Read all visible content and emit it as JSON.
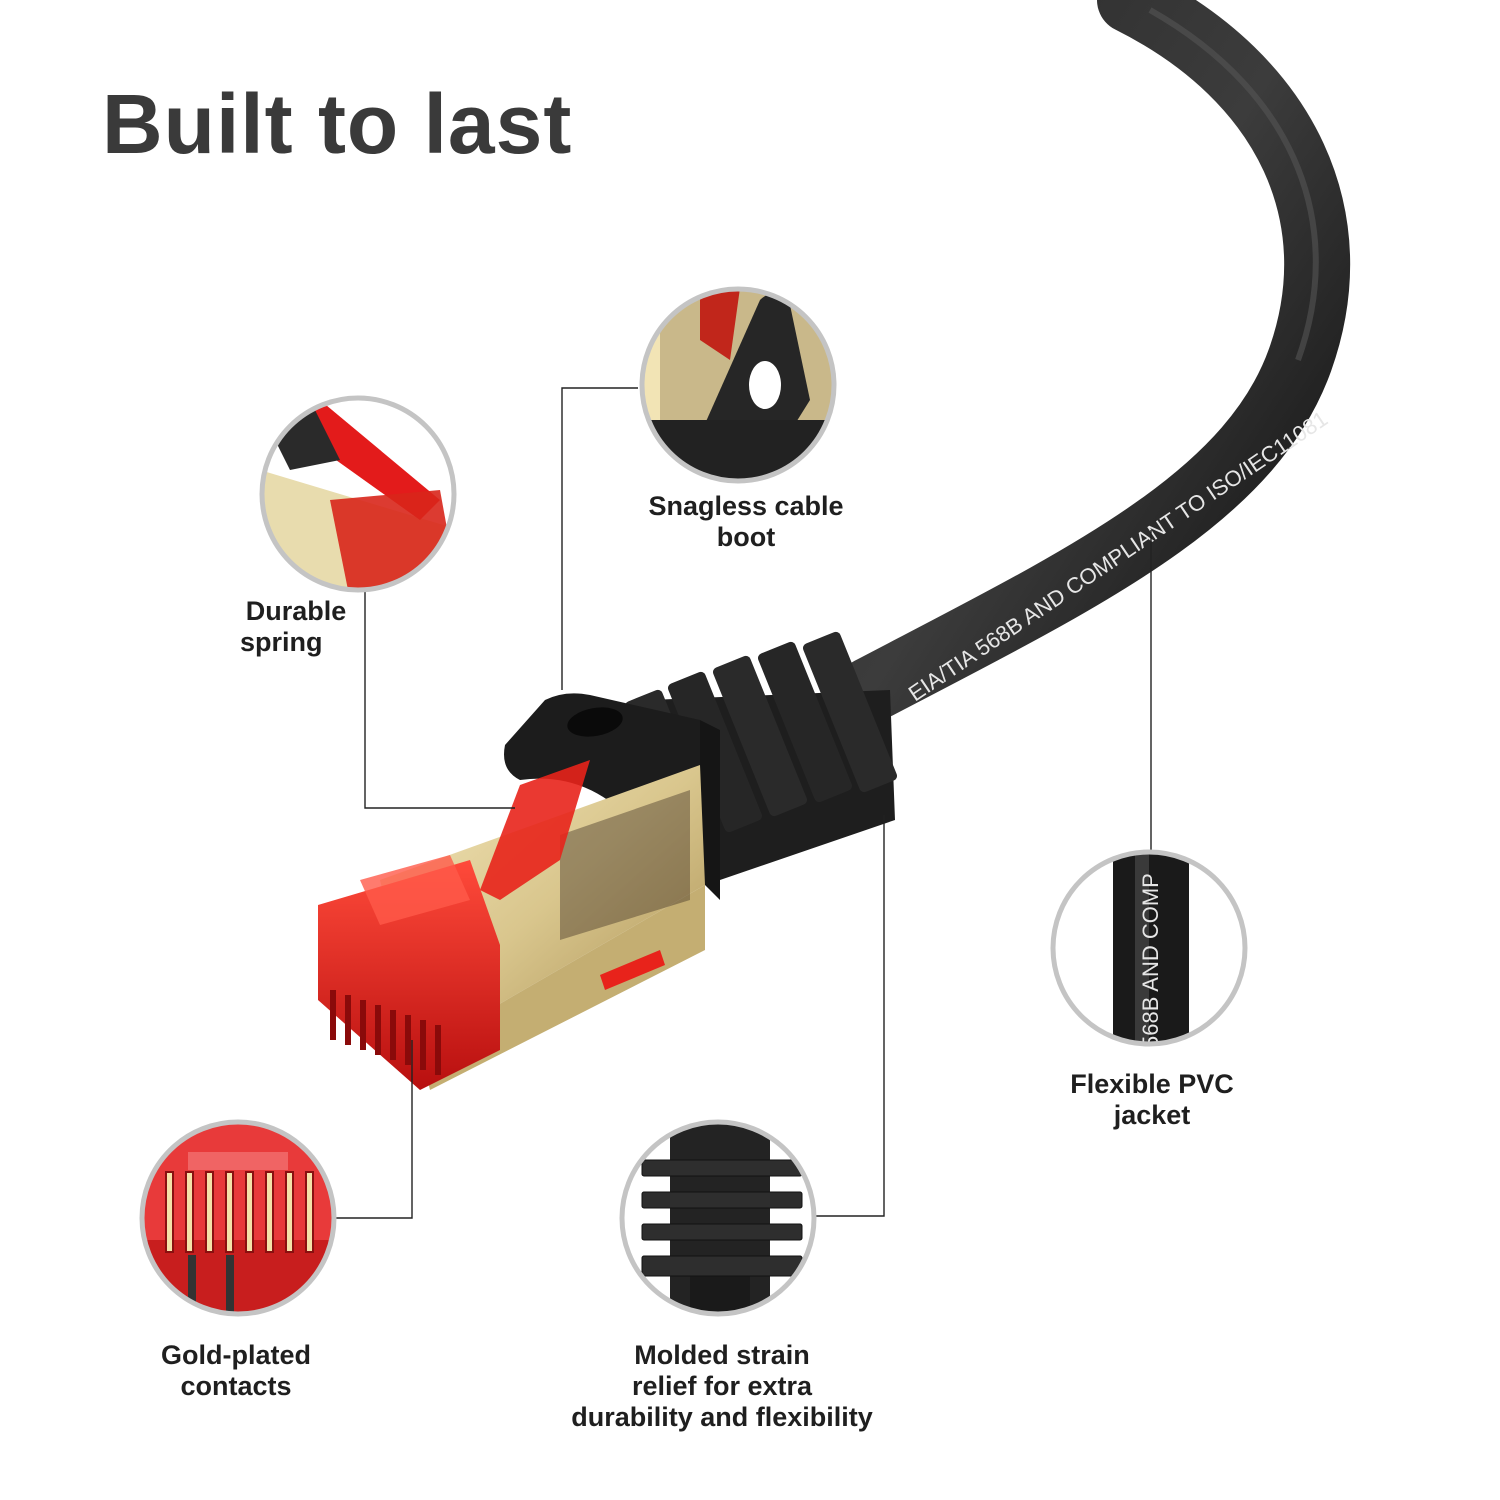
{
  "title": "Built to last",
  "cable_print": "EIA/TIA  568B  AND  COMPLIANT  TO  ISO/IEC11081",
  "colors": {
    "title": "#3a3a3a",
    "label": "#1f1f1f",
    "circle_border": "#c4c4c4",
    "cable_black": "#1a1a1a",
    "plug_red": "#e31b1b",
    "gold_shield": "#d8c58e"
  },
  "features": [
    {
      "id": "durable-spring",
      "lines": [
        "Durable",
        "spring"
      ]
    },
    {
      "id": "snagless-boot",
      "lines": [
        "Snagless cable",
        "boot"
      ]
    },
    {
      "id": "flexible-jacket",
      "lines": [
        "Flexible PVC",
        "jacket"
      ],
      "print_sample": "568B  AND  COMP"
    },
    {
      "id": "gold-contacts",
      "lines": [
        "Gold-plated",
        "contacts"
      ]
    },
    {
      "id": "strain-relief",
      "lines": [
        "Molded strain",
        "relief for extra",
        "durability and flexibility"
      ]
    }
  ]
}
